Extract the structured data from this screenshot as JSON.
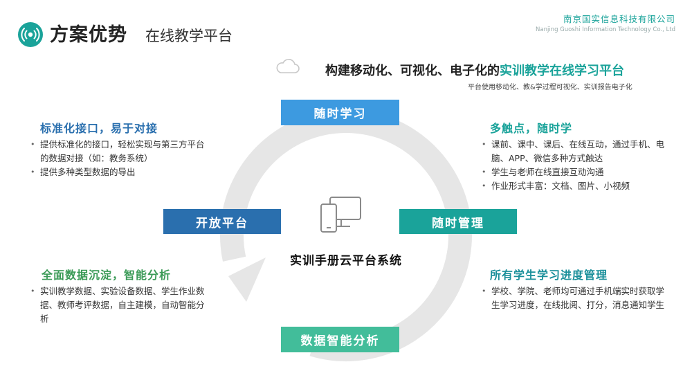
{
  "header": {
    "title": "方案优势",
    "subtitle": "在线教学平台",
    "company_cn": "南京国实信息科技有限公司",
    "company_en": "Nanjing Guoshi Information Technology Co., Ltd"
  },
  "tagline": {
    "main_prefix": "构建移动化、可视化、电子化的",
    "main_highlight": "实训教学在线学习平台",
    "sub": "平台使用移动化、教&学过程可视化、实训报告电子化"
  },
  "cycle": {
    "top": "随时学习",
    "left": "开放平台",
    "right": "随时管理",
    "bottom": "数据智能分析",
    "center": "实训手册云平台系统"
  },
  "panels": {
    "top_left": {
      "heading": "标准化接口，易于对接",
      "items": [
        "提供标准化的接口，轻松实现与第三方平台的数据对接（如：教务系统）",
        "提供多种类型数据的导出"
      ]
    },
    "top_right": {
      "heading": "多触点，随时学",
      "items": [
        "课前、课中、课后、在线互动，通过手机、电脑、APP、微信多种方式触达",
        "学生与老师在线直接互动沟通",
        "作业形式丰富：文档、图片、小视频"
      ]
    },
    "bottom_left": {
      "heading": "全面数据沉淀，智能分析",
      "items": [
        "实训教学数据、实验设备数据、学生作业数据、教师考评数据，自主建模，自动智能分析"
      ]
    },
    "bottom_right": {
      "heading": "所有学生学习进度管理",
      "items": [
        "学校、学院、老师均可通过手机端实时获取学生学习进度，在线批阅、打分，消息通知学生"
      ]
    }
  },
  "colors": {
    "accent_teal": "#1aa39a",
    "box_top": "#3d9ae0",
    "box_left": "#2a6fae",
    "box_right": "#1aa39a",
    "box_bottom": "#42bd9a",
    "ring": "#e6e6e6"
  },
  "icons": [
    "signal-logo-icon",
    "cloud-icon",
    "devices-icon"
  ]
}
